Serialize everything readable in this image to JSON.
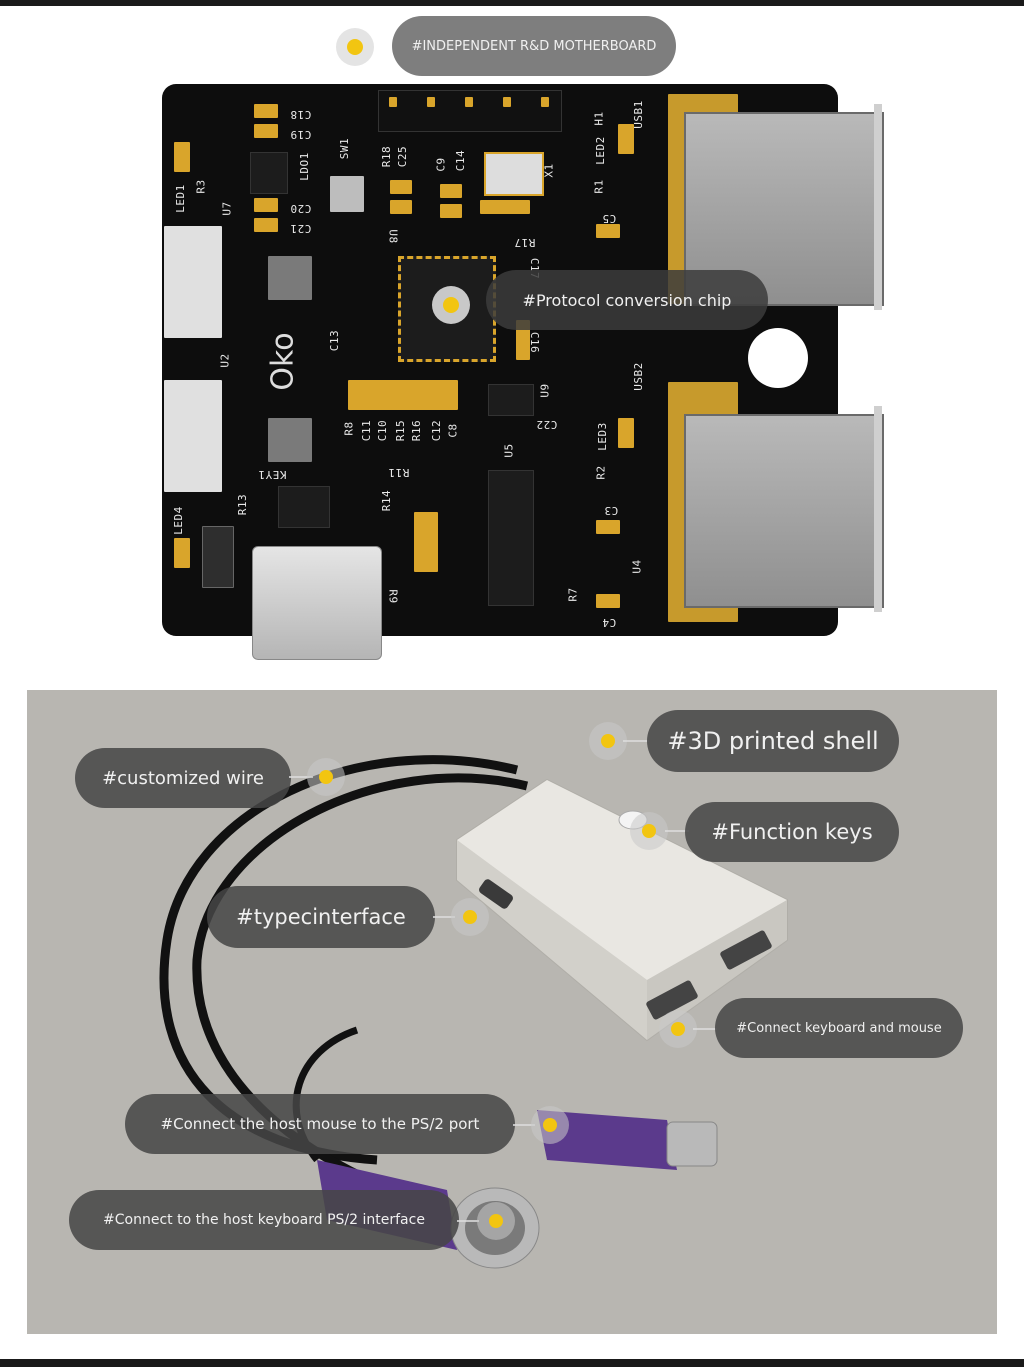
{
  "labels": {
    "motherboard": "#INDEPENDENT R&D MOTHERBOARD",
    "protocol_chip": "#Protocol conversion chip",
    "shell": "#3D printed shell",
    "function_keys": "#Function keys",
    "customized_wire": "#customized wire",
    "typec": "#typecinterface",
    "keyboard_mouse": "#Connect keyboard and mouse",
    "host_mouse": "#Connect the host mouse to the PS/2 port",
    "host_keyboard": "#Connect to the host keyboard PS/2 interface"
  },
  "pcb_silkscreen": {
    "logo": "Oko",
    "usb1": "USB1",
    "usb2": "USB2",
    "sw1": "SW1",
    "ldo1": "LDO1",
    "led1": "LED1",
    "led2": "LED2",
    "led3": "LED3",
    "led4": "LED4",
    "x1": "X1",
    "u2": "U2",
    "u4": "U4",
    "u5": "U5",
    "u7": "U7",
    "u8": "U8",
    "u9": "U9",
    "r18": "R18",
    "c25": "C25",
    "c9": "C9",
    "c14": "C14",
    "c13": "C13",
    "c16": "C16",
    "c17": "C17",
    "c18": "C18",
    "c19": "C19",
    "c20": "C20",
    "c21": "C21",
    "r1": "R1",
    "r2": "R2",
    "r3": "R3",
    "r7": "R7",
    "r8": "R8",
    "r9": "R9",
    "r11": "R11",
    "r13": "R13",
    "r14": "R14",
    "r15": "R15",
    "r16": "R16",
    "r17": "R17",
    "c3": "C3",
    "c4": "C4",
    "c5": "C5",
    "c8": "C8",
    "c10": "C10",
    "c11": "C11",
    "c12": "C12",
    "c22": "C22",
    "h1": "H1",
    "key1": "KEY1"
  },
  "colors": {
    "pin_yellow": "#f2c511",
    "pill_bg": "#464646",
    "pcb_black": "#0d0d0d",
    "photo_bg": "#b8b6b1",
    "ps2_purple": "#5b3a8c"
  }
}
